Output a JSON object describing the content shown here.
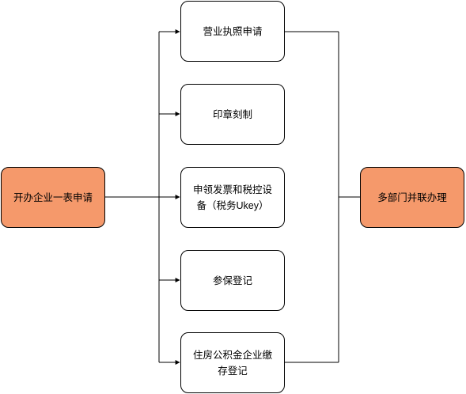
{
  "diagram": {
    "start": {
      "label": "开办企业一表申请"
    },
    "end": {
      "label": "多部门并联办理"
    },
    "branches": [
      {
        "label": "营业执照申请"
      },
      {
        "label": "印章刻制"
      },
      {
        "label": "申领发票和税控设\n备（税务Ukey）"
      },
      {
        "label": "参保登记"
      },
      {
        "label": "住房公积金企业缴\n存登记"
      }
    ],
    "colors": {
      "accent": "#f5996b",
      "stroke": "#000000",
      "background": "#ffffff"
    }
  }
}
